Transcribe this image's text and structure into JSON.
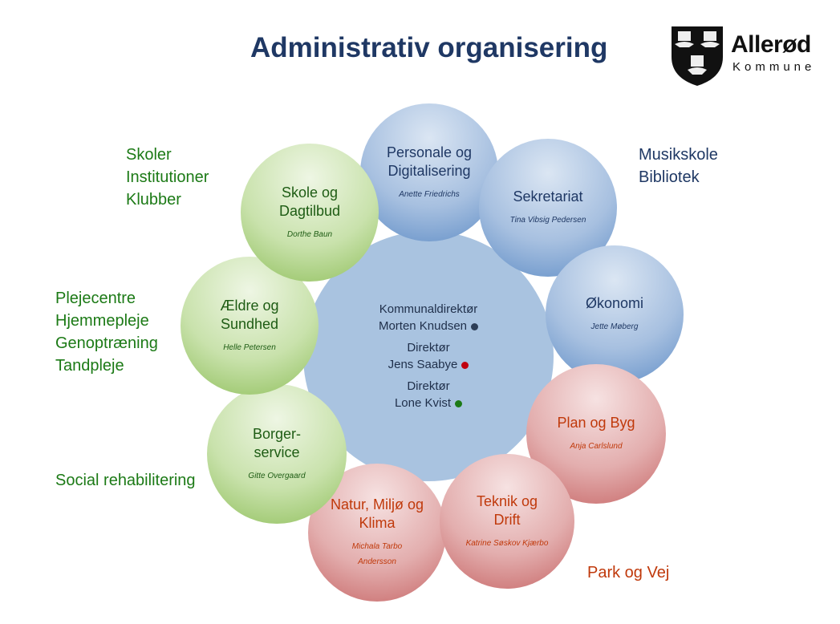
{
  "title": "Administrativ organisering",
  "logo": {
    "name": "Allerød",
    "sub": "Kommune"
  },
  "center": {
    "groups": [
      {
        "role": "Kommunaldirektør",
        "name": "Morten Knudsen",
        "dot": "#2d3e57"
      },
      {
        "role": "Direktør",
        "name": "Jens Saabye",
        "dot": "#c0000f"
      },
      {
        "role": "Direktør",
        "name": "Lone Kvist",
        "dot": "#1c7a16"
      }
    ]
  },
  "units": [
    {
      "title": "Personale og Digitalisering",
      "person": "Anette Friedrichs",
      "color": "blue"
    },
    {
      "title": "Sekretariat",
      "person": "Tina Vibsig Pedersen",
      "color": "blue"
    },
    {
      "title": "Økonomi",
      "person": "Jette Møberg",
      "color": "blue"
    },
    {
      "title": "Plan og Byg",
      "person": "Anja Carlslund",
      "color": "red"
    },
    {
      "title": "Teknik og Drift",
      "person": "Katrine Søskov Kjærbo",
      "color": "red"
    },
    {
      "title": "Natur, Miljø og Klima",
      "person": "Michala Tarbo Andersson",
      "color": "red"
    },
    {
      "title": "Borger-service",
      "person": "Gitte Overgaard",
      "color": "green"
    },
    {
      "title": "Ældre og Sundhed",
      "person": "Helle Petersen",
      "color": "green"
    },
    {
      "title": "Skole og Dagtilbud",
      "person": "Dorthe Baun",
      "color": "green"
    }
  ],
  "labels": {
    "school": [
      "Skoler",
      "Institutioner",
      "Klubber"
    ],
    "culture": [
      "Musikskole",
      "Bibliotek"
    ],
    "elder": [
      "Plejecentre",
      "Hjemmepleje",
      "Genoptræning",
      "Tandpleje"
    ],
    "social": [
      "Social rehabilitering"
    ],
    "park": [
      "Park og Vej"
    ]
  }
}
